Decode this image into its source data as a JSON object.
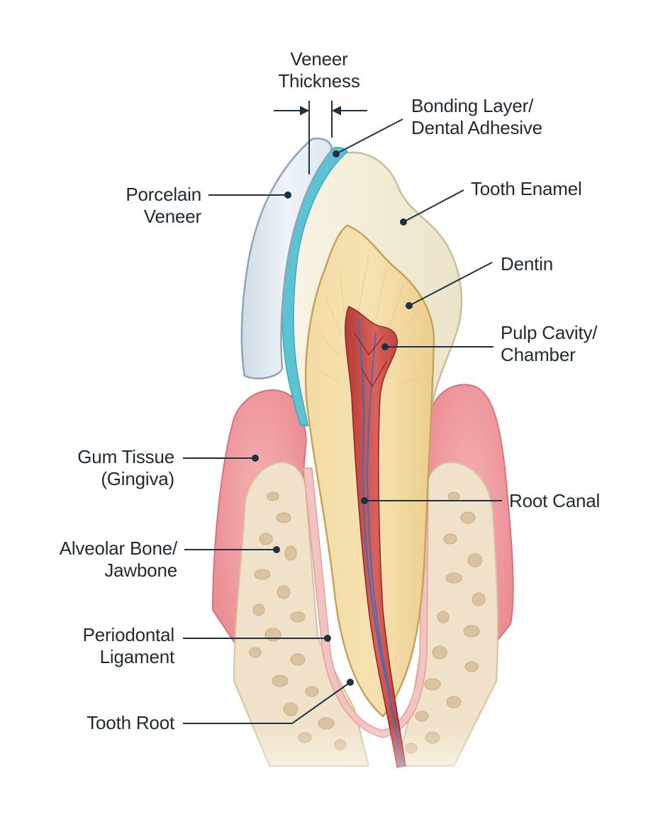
{
  "colors": {
    "leader": "#1d3344",
    "veneer": "#e6eef5",
    "bonding": "#5cc3d2",
    "enamel": "#f4efdc",
    "dentin": "#f1d79c",
    "pulp": "#c0443f",
    "nerve": "#4a6ab5",
    "gum": "#ee9a9f",
    "bone": "#efe2c8",
    "bone_pores": "#d9c3a0",
    "ligament": "#f3c3bf"
  },
  "labels": {
    "veneer_thickness": [
      "Veneer",
      "Thickness"
    ],
    "bonding_layer": [
      "Bonding Layer/",
      "Dental Adhesive"
    ],
    "porcelain_veneer": [
      "Porcelain",
      "Veneer"
    ],
    "tooth_enamel": [
      "Tooth Enamel"
    ],
    "dentin": [
      "Dentin"
    ],
    "pulp_cavity": [
      "Pulp Cavity/",
      "Chamber"
    ],
    "gum_tissue": [
      "Gum Tissue",
      "(Gingiva)"
    ],
    "root_canal": [
      "Root Canal"
    ],
    "alveolar_bone": [
      "Alveolar Bone/",
      "Jawbone"
    ],
    "periodontal_ligament": [
      "Periodontal",
      "Ligament"
    ],
    "tooth_root": [
      "Tooth Root"
    ]
  }
}
